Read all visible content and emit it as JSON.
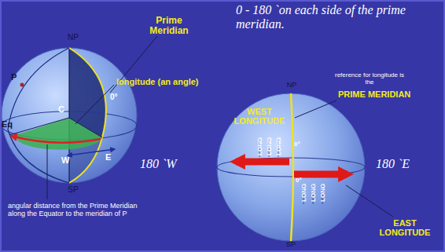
{
  "diagram": {
    "labels": [
      "Prime Meridian",
      "0 - 180 `on each side of the prime meridian.",
      "NP",
      "P",
      "C",
      "longitude (an angle)",
      "0°",
      "Eq",
      "W",
      "E",
      "SP",
      "angular distance from the Prime Meridian along the Equator to the meridian of P",
      "reference for longitude is the",
      "PRIME MERIDIAN",
      "NP",
      "WEST LONGITUDE",
      "180 `W",
      "LONG",
      "LONG",
      "LONG",
      "0°",
      "180 `E",
      "0°",
      "LONG",
      "LONG",
      "LONG",
      "EAST LONGITUDE",
      "SP"
    ]
  }
}
